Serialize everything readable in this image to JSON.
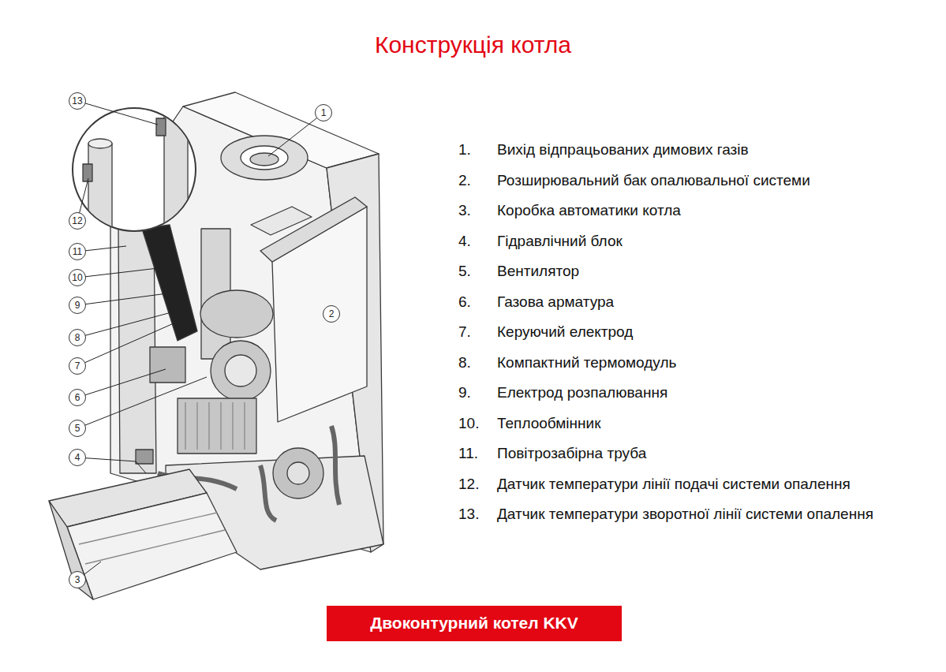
{
  "diagram": {
    "title": "Конструкція котла",
    "nodes": [
      {
        "text": [
          "13"
        ]
      },
      {
        "text": [
          "1"
        ]
      },
      {
        "text": [
          "12"
        ]
      },
      {
        "text": [
          "11"
        ]
      },
      {
        "text": [
          "10"
        ]
      },
      {
        "text": [
          "9"
        ]
      },
      {
        "text": [
          "2"
        ]
      },
      {
        "text": [
          "8"
        ]
      },
      {
        "text": [
          "7"
        ]
      },
      {
        "text": [
          "6"
        ]
      },
      {
        "text": [
          "5"
        ]
      },
      {
        "text": [
          "4"
        ]
      },
      {
        "text": [
          "3"
        ]
      },
      {
        "text": [
          "Двоконтурний котел KKV"
        ]
      }
    ],
    "labels": [
      "1.",
      "Вихід відпрацьованих димових газів",
      "2.",
      "Розширювальний бак опалювальної системи",
      "3.",
      "Коробка автоматики котла",
      "4.",
      "Гідравлічний блок",
      "5.",
      "Вентилятор",
      "6.",
      "Газова арматура",
      "7.",
      "Керуючий електрод",
      "8.",
      "Компактний термомодуль",
      "9.",
      "Електрод розпалювання",
      "10.",
      "Теплообмінник",
      "11.",
      "Повітрозабірна труба",
      "12.",
      "Датчик температури лінії подачі системи опалення",
      "13.",
      "Датчик температури зворотної лінії системи опалення"
    ]
  }
}
